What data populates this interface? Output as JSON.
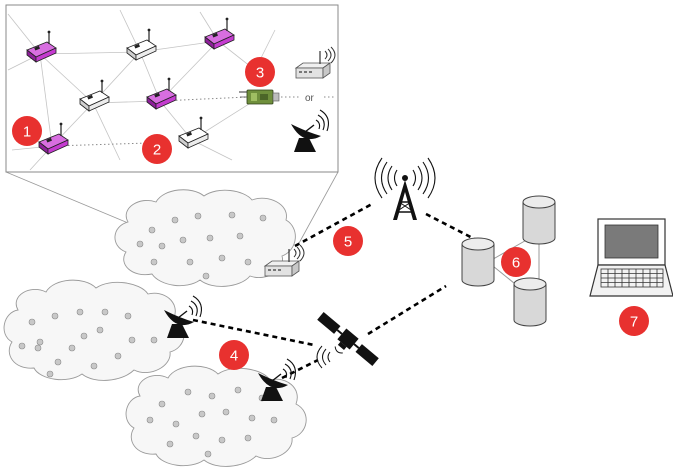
{
  "colors": {
    "badge": "#e8312f",
    "node_purple": "#c43bcf",
    "node_white": "#f4f4f4",
    "gateway_green": "#6f8f3c",
    "cloud_fill": "#f7f7f7",
    "cloud_stroke": "#9a9a9a",
    "link_dashed": "#000000",
    "server": "#d6d6d6"
  },
  "icons": {
    "sensor_node": "sensor-node-icon",
    "gateway": "usb-gateway-icon",
    "router": "wireless-router-icon",
    "dish": "satellite-dish-icon",
    "tower": "radio-tower-icon",
    "satellite": "satellite-icon",
    "database": "database-server-icon",
    "laptop": "laptop-icon"
  },
  "inset": {
    "alternative_label": "or"
  },
  "steps": [
    {
      "id": "1",
      "label": "1"
    },
    {
      "id": "2",
      "label": "2"
    },
    {
      "id": "3",
      "label": "3"
    },
    {
      "id": "4",
      "label": "4"
    },
    {
      "id": "5",
      "label": "5"
    },
    {
      "id": "6",
      "label": "6"
    },
    {
      "id": "7",
      "label": "7"
    }
  ]
}
